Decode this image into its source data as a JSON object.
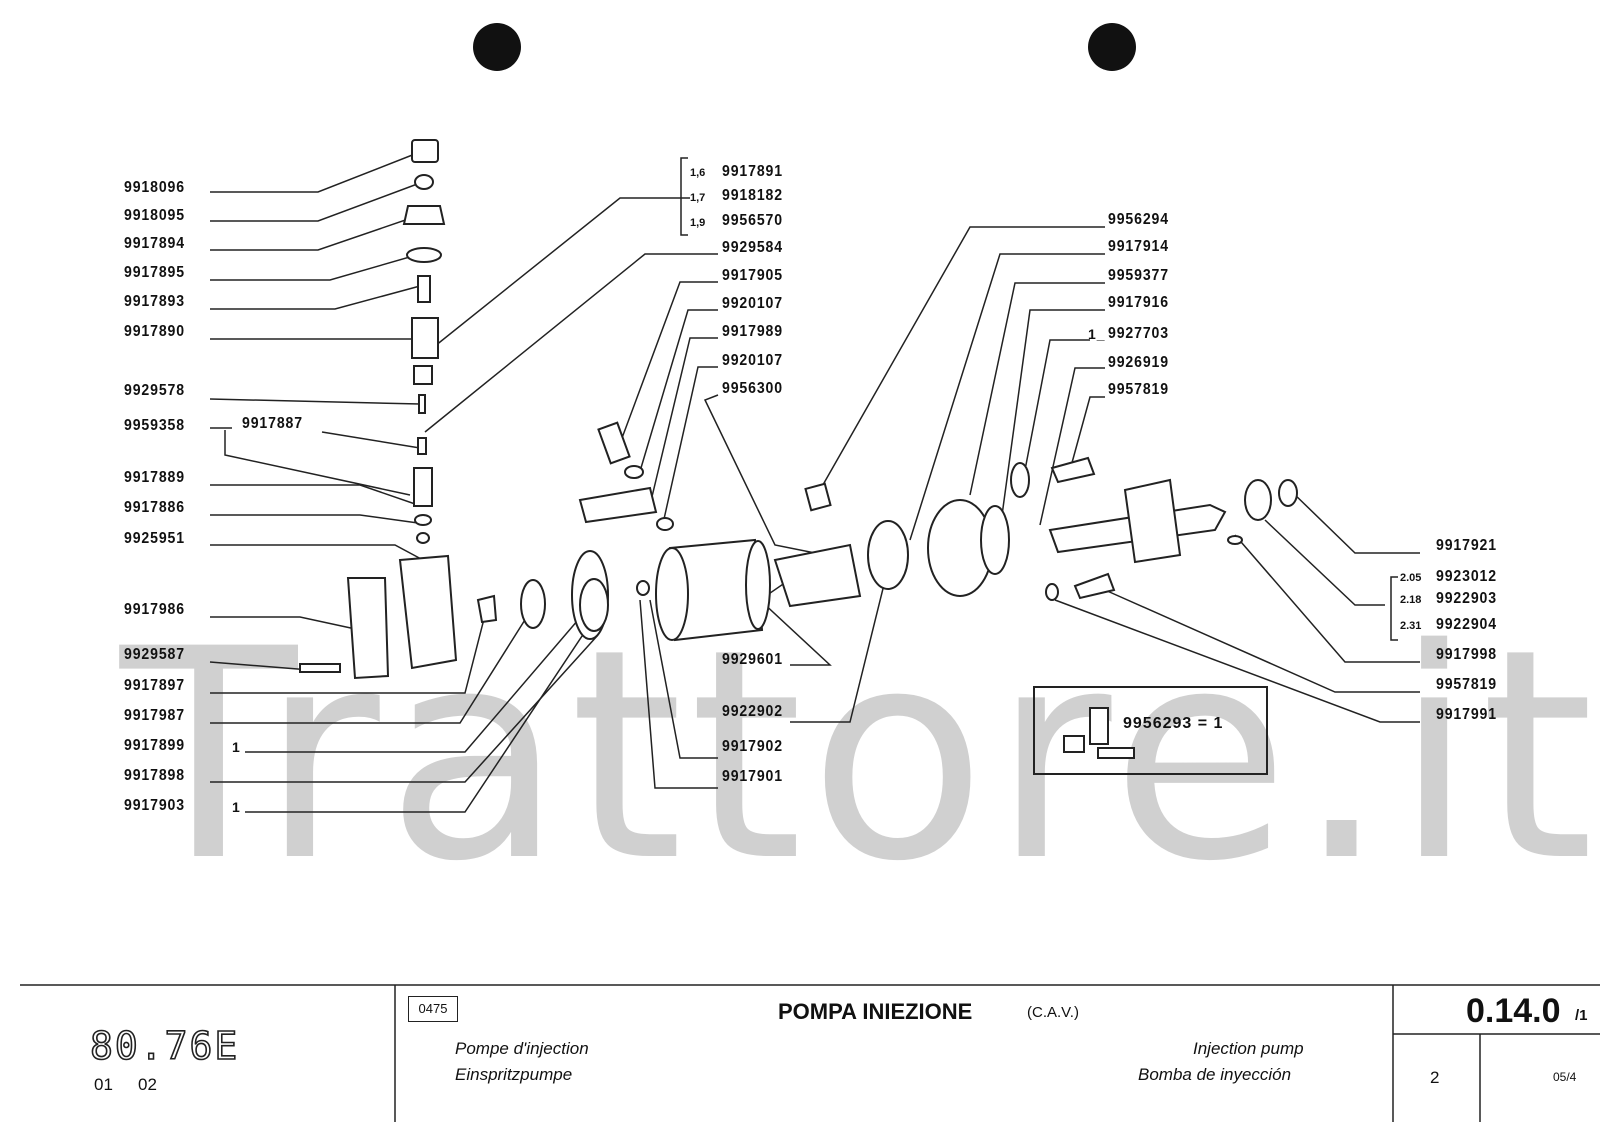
{
  "watermark": "Trattore.it",
  "callouts_left": [
    {
      "part": "9918096"
    },
    {
      "part": "9918095"
    },
    {
      "part": "9917894"
    },
    {
      "part": "9917895"
    },
    {
      "part": "9917893"
    },
    {
      "part": "9917890"
    },
    {
      "part": "9929578"
    },
    {
      "part": "9959358"
    },
    {
      "part": "9917889"
    },
    {
      "part": "9917886"
    },
    {
      "part": "9925951"
    },
    {
      "part": "9917986"
    },
    {
      "part": "9929587"
    },
    {
      "part": "9917897"
    },
    {
      "part": "9917987"
    },
    {
      "part": "9917899"
    },
    {
      "part": "9917898"
    },
    {
      "part": "9917903"
    }
  ],
  "callout_sub": {
    "part": "9917887"
  },
  "qty_marks": {
    "q1": "1",
    "q2": "1",
    "q3": "1_"
  },
  "callouts_center": [
    {
      "part": "9917891",
      "qty": "1,6"
    },
    {
      "part": "9918182",
      "qty": "1,7"
    },
    {
      "part": "9956570",
      "qty": "1,9"
    },
    {
      "part": "9929584"
    },
    {
      "part": "9917905"
    },
    {
      "part": "9920107"
    },
    {
      "part": "9917989"
    },
    {
      "part": "9920107"
    },
    {
      "part": "9956300"
    },
    {
      "part": "9929601"
    },
    {
      "part": "9922902"
    },
    {
      "part": "9917902"
    },
    {
      "part": "9917901"
    }
  ],
  "callouts_right_top": [
    {
      "part": "9956294"
    },
    {
      "part": "9917914"
    },
    {
      "part": "9959377"
    },
    {
      "part": "9917916"
    },
    {
      "part": "9927703"
    },
    {
      "part": "9926919"
    },
    {
      "part": "9957819"
    }
  ],
  "callouts_right": [
    {
      "part": "9917921"
    },
    {
      "part": "9923012",
      "qty": "2.05"
    },
    {
      "part": "9922903",
      "qty": "2.18"
    },
    {
      "part": "9922904",
      "qty": "2.31"
    },
    {
      "part": "9917998"
    },
    {
      "part": "9957819"
    },
    {
      "part": "9917991"
    }
  ],
  "inset": {
    "text": "9956293 = 1"
  },
  "footer": {
    "model": "80.76E",
    "series_a": "01",
    "series_b": "02",
    "group_code": "0475",
    "title": "POMPA INIEZIONE",
    "title_sub": "(C.A.V.)",
    "fr": "Pompe d'injection",
    "de": "Einspritzpumpe",
    "en": "Injection pump",
    "es": "Bomba de inyección",
    "page_ref": "0.14.0",
    "page_sub": "/1",
    "cell_2": "2",
    "cell_3": "05/4"
  }
}
